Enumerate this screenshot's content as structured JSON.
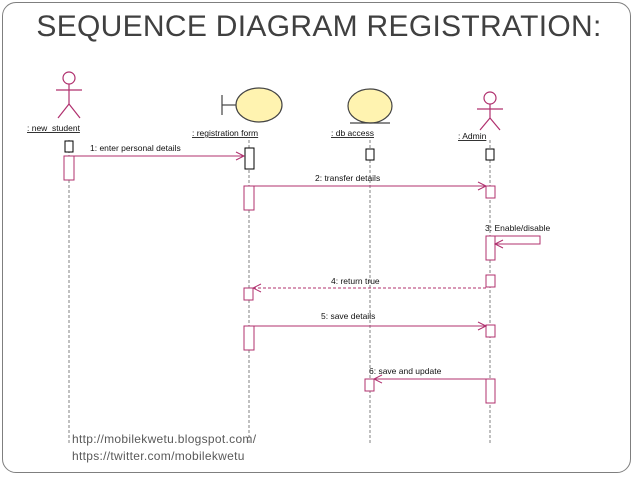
{
  "title": "SEQUENCE DIAGRAM REGISTRATION:",
  "lifelines": [
    {
      "name": ": new_student",
      "kind": "actor"
    },
    {
      "name": ": registration form",
      "kind": "boundary"
    },
    {
      "name": ": db access",
      "kind": "entity"
    },
    {
      "name": ": Admin",
      "kind": "actor"
    }
  ],
  "messages": [
    {
      "label": "1: enter personal details"
    },
    {
      "label": "2: transfer details"
    },
    {
      "label": "3: Enable/disable"
    },
    {
      "label": "4: return true"
    },
    {
      "label": "5: save details"
    },
    {
      "label": "6: save and update"
    }
  ],
  "footer": {
    "line1": "http://mobilekwetu.blogspot.com/",
    "line2": "https://twitter.com/mobilekwetu"
  },
  "colors": {
    "message_line": "#b0306e",
    "object_fill": "#fff3b0",
    "lifeline": "#808080",
    "actor": "#b0306e",
    "title": "#404040"
  }
}
